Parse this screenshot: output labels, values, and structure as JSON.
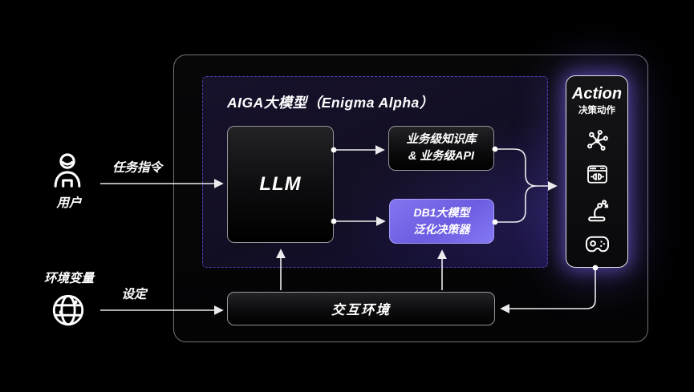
{
  "actors": {
    "user": {
      "label": "用户",
      "arrow_label": "任务指令"
    },
    "environment": {
      "label": "环境变量",
      "arrow_label": "设定"
    }
  },
  "aiga": {
    "title": "AIGA大模型（Enigma Alpha）",
    "llm_label": "LLM",
    "knowledge_box": {
      "line1": "业务级知识库",
      "line2": "& 业务级API"
    },
    "db1_box": {
      "line1": "DB1大模型",
      "line2": "泛化决策器"
    }
  },
  "environment_box": {
    "label": "交互环境"
  },
  "action_panel": {
    "title": "Action",
    "subtitle": "决策动作",
    "icons": [
      {
        "name": "network-graph-icon"
      },
      {
        "name": "api-window-icon"
      },
      {
        "name": "robot-arm-icon"
      },
      {
        "name": "gamepad-icon"
      }
    ]
  },
  "colors": {
    "background": "#000000",
    "frame_border": "#737379",
    "dashed_border": "#4d40aa",
    "box_border": "#94949a",
    "accent_purple": "#7163e5",
    "db1_border": "#a89dfa",
    "panel_glow": "#7461eb",
    "connector_line": "#ebebee",
    "text": "#ffffff"
  }
}
